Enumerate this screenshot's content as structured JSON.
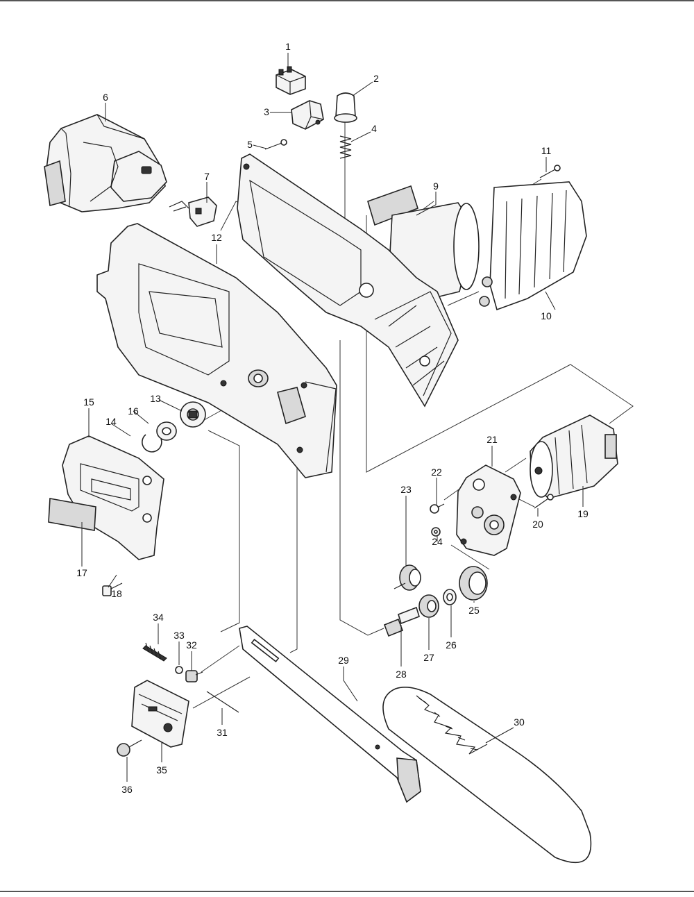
{
  "diagram": {
    "parts": [
      {
        "number": "1"
      },
      {
        "number": "2"
      },
      {
        "number": "3"
      },
      {
        "number": "4"
      },
      {
        "number": "5"
      },
      {
        "number": "6"
      },
      {
        "number": "7"
      },
      {
        "number": "9"
      },
      {
        "number": "10"
      },
      {
        "number": "11"
      },
      {
        "number": "12"
      },
      {
        "number": "13"
      },
      {
        "number": "14"
      },
      {
        "number": "15"
      },
      {
        "number": "16"
      },
      {
        "number": "17"
      },
      {
        "number": "18"
      },
      {
        "number": "19"
      },
      {
        "number": "20"
      },
      {
        "number": "21"
      },
      {
        "number": "22"
      },
      {
        "number": "23"
      },
      {
        "number": "24"
      },
      {
        "number": "25"
      },
      {
        "number": "26"
      },
      {
        "number": "27"
      },
      {
        "number": "28"
      },
      {
        "number": "29"
      },
      {
        "number": "30"
      },
      {
        "number": "31"
      },
      {
        "number": "32"
      },
      {
        "number": "33"
      },
      {
        "number": "34"
      },
      {
        "number": "35"
      },
      {
        "number": "36"
      }
    ]
  }
}
